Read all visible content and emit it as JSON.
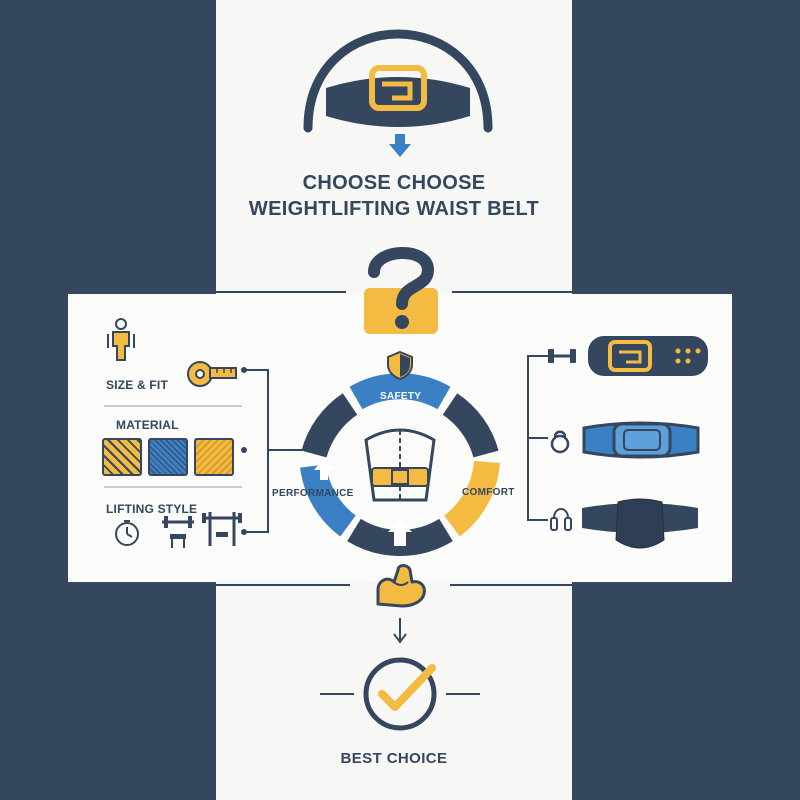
{
  "title": {
    "line1": "CHOOSE CHOOSE",
    "line2": "WEIGHTLIFTING WAIST BELT"
  },
  "factors": [
    {
      "label": "SIZE & FIT"
    },
    {
      "label": "MATERIAL"
    },
    {
      "label": "LIFTING STYLE"
    }
  ],
  "wheel": {
    "segments": [
      "SAFETY",
      "COMFORT",
      "PERFORMANCE"
    ]
  },
  "result": {
    "label": "BEST CHOICE"
  },
  "icons": [
    "belt-icon",
    "question-mark-icon",
    "person-icon",
    "tape-measure-icon",
    "stopwatch-icon",
    "bench-icon",
    "squat-rack-icon",
    "shield-icon",
    "torso-icon",
    "flexed-arm-icon",
    "dumbbell-icon",
    "kettlebell-icon",
    "jump-rope-icon",
    "checkmark-icon"
  ],
  "colors": {
    "navy": "#34475e",
    "accent_yellow": "#f4bb43",
    "accent_blue": "#3b80c4",
    "panel": "#f7f7f5"
  }
}
